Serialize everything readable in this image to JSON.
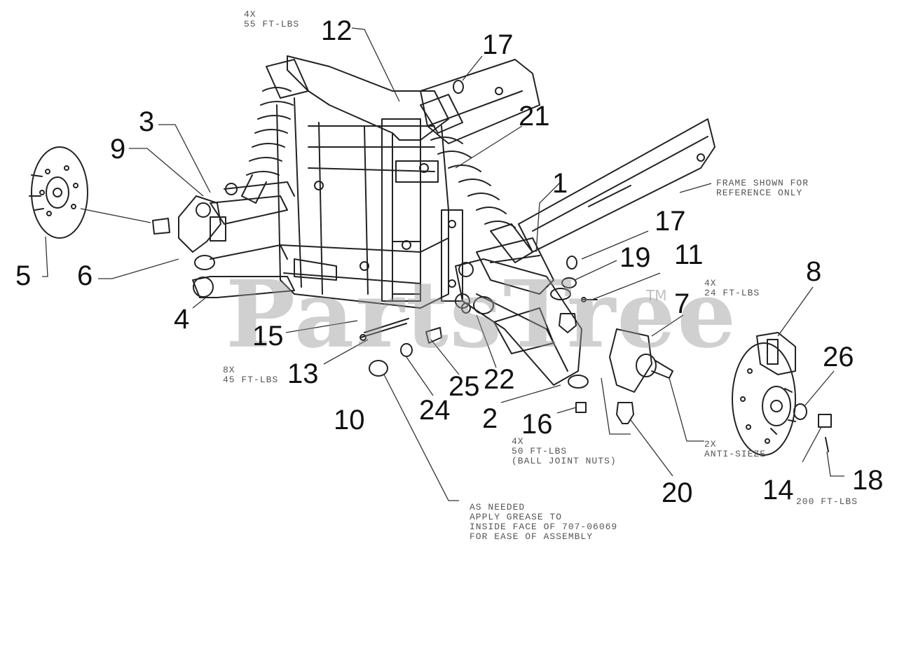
{
  "callouts": [
    {
      "label": "12"
    },
    {
      "label": "17"
    },
    {
      "label": "3"
    },
    {
      "label": "21"
    },
    {
      "label": "9"
    },
    {
      "label": "1"
    },
    {
      "label": "17"
    },
    {
      "label": "5"
    },
    {
      "label": "6"
    },
    {
      "label": "19"
    },
    {
      "label": "11"
    },
    {
      "label": "8"
    },
    {
      "label": "4"
    },
    {
      "label": "7"
    },
    {
      "label": "15"
    },
    {
      "label": "26"
    },
    {
      "label": "13"
    },
    {
      "label": "22"
    },
    {
      "label": "25"
    },
    {
      "label": "10"
    },
    {
      "label": "24"
    },
    {
      "label": "2"
    },
    {
      "label": "16"
    },
    {
      "label": "20"
    },
    {
      "label": "14"
    },
    {
      "label": "18"
    }
  ],
  "notes": {
    "torque_12": "4X\n55 FT-LBS",
    "frame_ref": "FRAME SHOWN FOR\nREFERENCE ONLY",
    "torque_11": "4X\n24 FT-LBS",
    "torque_13": "8X\n45 FT-LBS",
    "ball_joint": "4X\n50 FT-LBS\n(BALL JOINT NUTS)",
    "anti_sieze": "2X\nANTI-SIEZE",
    "torque_14": "200 FT-LBS",
    "grease": "AS NEEDED\nAPPLY GREASE TO\nINSIDE FACE OF 707-06069\nFOR EASE OF ASSEMBLY"
  },
  "watermark": {
    "text": "PartsTree",
    "tm": "TM"
  }
}
